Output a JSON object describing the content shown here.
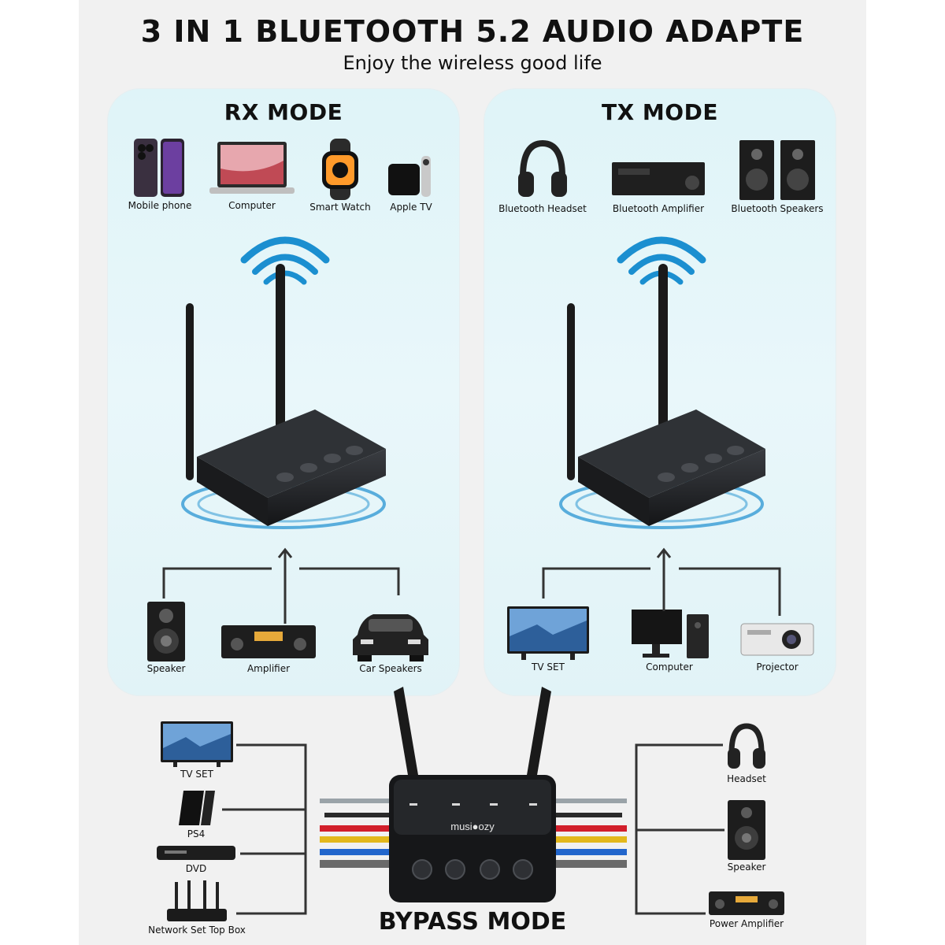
{
  "header": {
    "title": "3 IN 1 BLUETOOTH 5.2 AUDIO ADAPTE",
    "subtitle": "Enjoy the wireless good life"
  },
  "rx": {
    "title": "RX MODE",
    "sources": [
      "Mobile phone",
      "Computer",
      "Smart Watch",
      "Apple TV"
    ],
    "outputs": [
      "Speaker",
      "Amplifier",
      "Car Speakers"
    ]
  },
  "tx": {
    "title": "TX MODE",
    "sources": [
      "Bluetooth Headset",
      "Bluetooth Amplifier",
      "Bluetooth Speakers"
    ],
    "outputs": [
      "TV SET",
      "Computer",
      "Projector"
    ]
  },
  "bypass": {
    "title": "BYPASS MODE",
    "inputs": [
      "TV SET",
      "PS4",
      "DVD",
      "Network Set Top Box"
    ],
    "outputs": [
      "Headset",
      "Speaker",
      "Power Amplifier"
    ],
    "brand": "musi●ozy"
  },
  "colors": {
    "accent": "#1b8fd0",
    "panel": "#e2f4f8",
    "device": "#1e1e20"
  }
}
